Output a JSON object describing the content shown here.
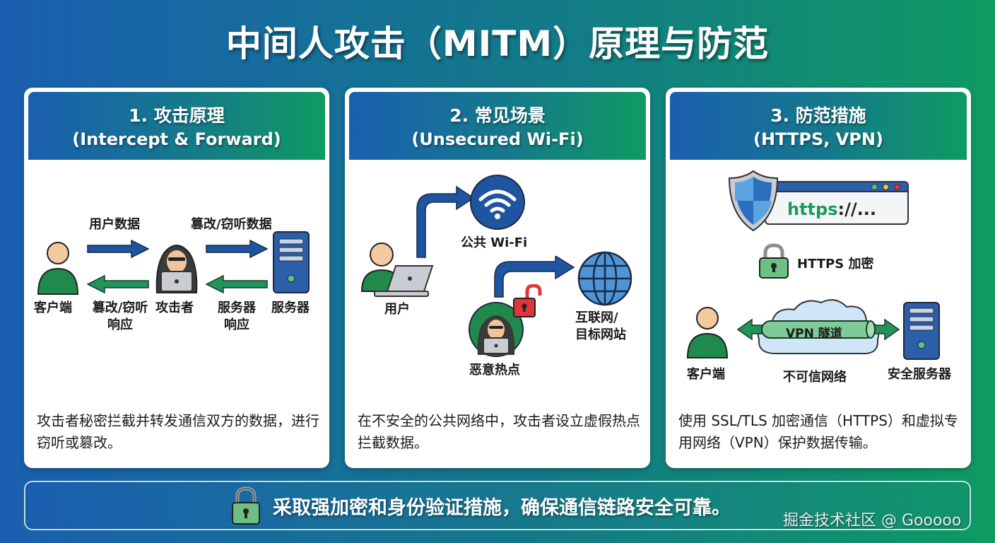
{
  "title": "中间人攻击（MITM）原理与防范",
  "colors": {
    "brand_blue": "#1a5fb0",
    "brand_green": "#0f9a62",
    "arrow_blue": "#1f54a0",
    "arrow_green": "#23935a",
    "person_green": "#1f8a4c",
    "skin": "#f3c9a0",
    "server_blue": "#2d5ea8",
    "lock_green": "#6cc084",
    "lock_red": "#e0363a",
    "https_green": "#1b9a5f"
  },
  "cards": [
    {
      "title": "1. 攻击原理",
      "subtitle": "(Intercept & Forward)",
      "diagram": {
        "top_left_label": "用户数据",
        "top_right_label": "篡改/窃听数据",
        "client_label": "客户端",
        "bottom_left_label_line1": "篡改/窃听",
        "bottom_left_label_line2": "响应",
        "attacker_label": "攻击者",
        "bottom_right_label_line1": "服务器",
        "bottom_right_label_line2": "响应",
        "server_label": "服务器"
      },
      "description": "攻击者秘密拦截并转发通信双方的数据，进行窃听或篡改。"
    },
    {
      "title": "2. 常见场景",
      "subtitle": "(Unsecured Wi-Fi)",
      "diagram": {
        "wifi_label": "公共 Wi-Fi",
        "user_label": "用户",
        "hotspot_label": "恶意热点",
        "internet_label_line1": "互联网/",
        "internet_label_line2": "目标网站"
      },
      "description": "在不安全的公共网络中，攻击者设立虚假热点拦截数据。"
    },
    {
      "title": "3. 防范措施",
      "subtitle": "(HTTPS, VPN)",
      "diagram": {
        "url_scheme": "https",
        "url_rest": "://...",
        "https_label": "HTTPS 加密",
        "vpn_label": "VPN 隧道",
        "client_label": "客户端",
        "network_label": "不可信网络",
        "server_label": "安全服务器"
      },
      "description": "使用 SSL/TLS 加密通信（HTTPS）和虚拟专用网络（VPN）保护数据传输。"
    }
  ],
  "footer": {
    "text": "采取强加密和身份验证措施，确保通信链路安全可靠。"
  },
  "watermark": "掘金技术社区 @ Gooooo"
}
